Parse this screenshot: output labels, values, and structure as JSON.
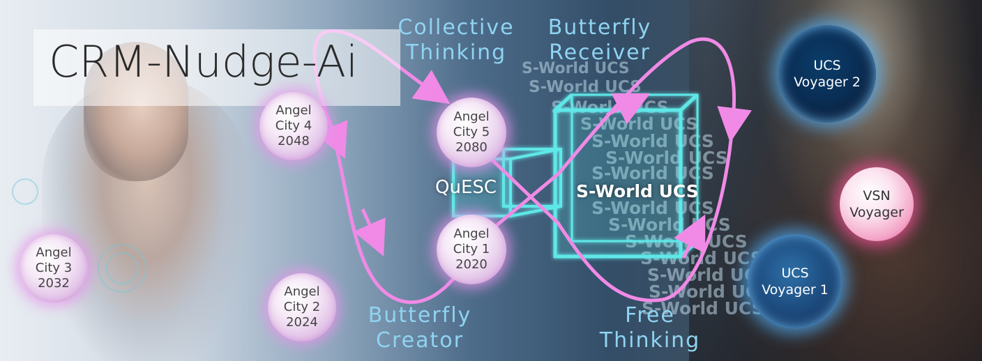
{
  "title": "CRM-Nudge-Ai",
  "headings": {
    "collective_thinking": [
      "Collective",
      "Thinking"
    ],
    "butterfly_receiver": [
      "Butterfly",
      "Receiver"
    ],
    "butterfly_creator": [
      "Butterfly",
      "Creator"
    ],
    "free_thinking": [
      "Free",
      "Thinking"
    ]
  },
  "quesc_label": "QuESC",
  "sworld_label": "S-World UCS",
  "orbs": {
    "angel_city_1": [
      "Angel",
      "City 1",
      "2020"
    ],
    "angel_city_2": [
      "Angel",
      "City 2",
      "2024"
    ],
    "angel_city_3": [
      "Angel",
      "City 3",
      "2032"
    ],
    "angel_city_4": [
      "Angel",
      "City 4",
      "2048"
    ],
    "angel_city_5": [
      "Angel",
      "City 5",
      "2080"
    ],
    "ucs_voyager_1": [
      "UCS",
      "Voyager 1"
    ],
    "ucs_voyager_2": [
      "UCS",
      "Voyager 2"
    ],
    "vsn_voyager": [
      "VSN",
      "Voyager"
    ]
  },
  "colors": {
    "heading": "#8fd4f2",
    "arrow": "#f08ae6",
    "cube": "#5fe8e8"
  }
}
